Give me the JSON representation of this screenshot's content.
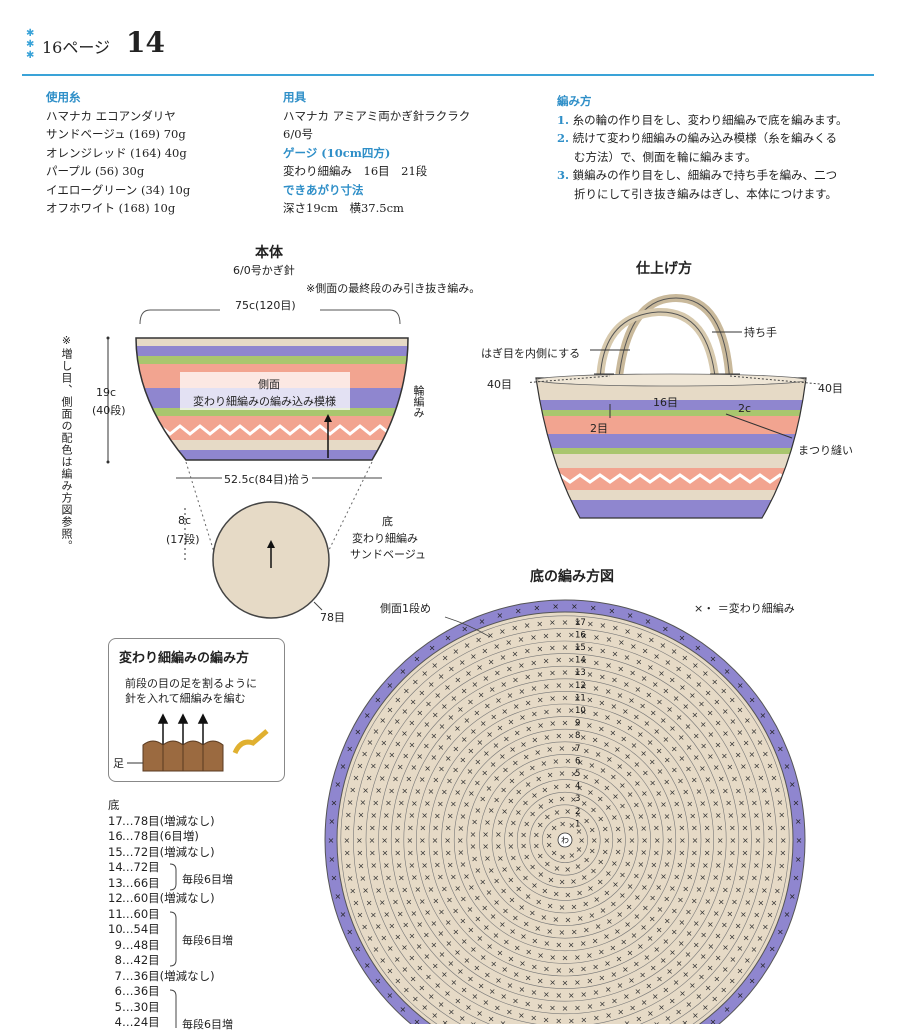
{
  "header": {
    "page_ref": "16ページ",
    "number": "14"
  },
  "yarn": {
    "title": "使用糸",
    "lines": [
      "ハマナカ エコアンダリヤ",
      "サンドベージュ (169) 70g",
      "オレンジレッド (164) 40g",
      "パープル (56) 30g",
      "イエローグリーン (34) 10g",
      "オフホワイト (168) 10g"
    ]
  },
  "tools": {
    "title": "用具",
    "lines": [
      "ハマナカ アミアミ両かぎ針ラクラク",
      "6/0号"
    ],
    "gauge_title": "ゲージ (10cm四方)",
    "gauge": "変わり細編み　16目　21段",
    "size_title": "できあがり寸法",
    "size": "深さ19cm　横37.5cm"
  },
  "method": {
    "title": "編み方",
    "steps": [
      {
        "num": "1.",
        "text": "糸の輪の作り目をし、変わり細編みで底を編みます。"
      },
      {
        "num": "2.",
        "text": "続けて変わり細編みの編み込み模様（糸を編みくる"
      },
      {
        "num": "",
        "text": "む方法）で、側面を輪に編みます。"
      },
      {
        "num": "3.",
        "text": "鎖編みの作り目をし、細編みで持ち手を編み、二つ"
      },
      {
        "num": "",
        "text": "折りにして引き抜き編みはぎし、本体につけます。"
      }
    ]
  },
  "body_diagram": {
    "title": "本体",
    "hook": "6/0号かぎ針",
    "note": "※側面の最終段のみ引き抜き編み。",
    "top_width": "75c(120目)",
    "side_label": "側面",
    "pattern_label": "変わり細編みの編み込み模様",
    "height": "19c",
    "rows": "(40段)",
    "round": "輪編み",
    "pickup": "52.5c(84目)拾う",
    "vertical_note": "※増し目、側面の配色は編み方図参照。",
    "base_height": "8c",
    "base_rows": "(17段)",
    "base_label": "底",
    "base_stitch": "変わり細編み",
    "base_color": "サンドベージュ",
    "base_count": "78目"
  },
  "finish": {
    "title": "仕上げ方",
    "handle": "持ち手",
    "seam_inside": "はぎ目を内側にする",
    "left_count": "40目",
    "right_count": "40目",
    "center": "16目",
    "gap_2c": "2c",
    "gap_2": "2目",
    "sew": "まつり縫い"
  },
  "stitch_howto": {
    "title": "変わり細編みの編み方",
    "desc1": "前段の目の足を割るように",
    "desc2": "針を入れて細編みを編む",
    "foot": "足"
  },
  "chart": {
    "title": "底の編み方図",
    "side_row": "側面1段め",
    "legend": "×・ ＝変わり細編み",
    "ring": "わ",
    "row_labels": [
      "1",
      "2",
      "3",
      "4",
      "5",
      "6",
      "7",
      "8",
      "9",
      "10",
      "11",
      "12",
      "13",
      "14",
      "15",
      "16",
      "17"
    ]
  },
  "counts": {
    "title": "底",
    "rows": [
      {
        "r": "17",
        "t": "…78目(増減なし)"
      },
      {
        "r": "16",
        "t": "…78目(6目増)"
      },
      {
        "r": "15",
        "t": "…72目(増減なし)"
      },
      {
        "r": "14",
        "t": "…72目"
      },
      {
        "r": "13",
        "t": "…66目"
      },
      {
        "r": "12",
        "t": "…60目(増減なし)"
      },
      {
        "r": "11",
        "t": "…60目"
      },
      {
        "r": "10",
        "t": "…54目"
      },
      {
        "r": "9",
        "t": "…48目"
      },
      {
        "r": "8",
        "t": "…42目"
      },
      {
        "r": "7",
        "t": "…36目(増減なし)"
      },
      {
        "r": "6",
        "t": "…36目"
      },
      {
        "r": "5",
        "t": "…30目"
      },
      {
        "r": "4",
        "t": "…24目"
      }
    ],
    "group_a": "毎段6目増",
    "group_b": "毎段6目増",
    "group_c": "毎段6目増"
  },
  "colors": {
    "accent": "#2f8fc8",
    "purple": "#8f86cf",
    "salmon": "#f2a490",
    "sand": "#e6dac6",
    "green": "#a9c66e",
    "ivory": "#f7f3ea"
  }
}
